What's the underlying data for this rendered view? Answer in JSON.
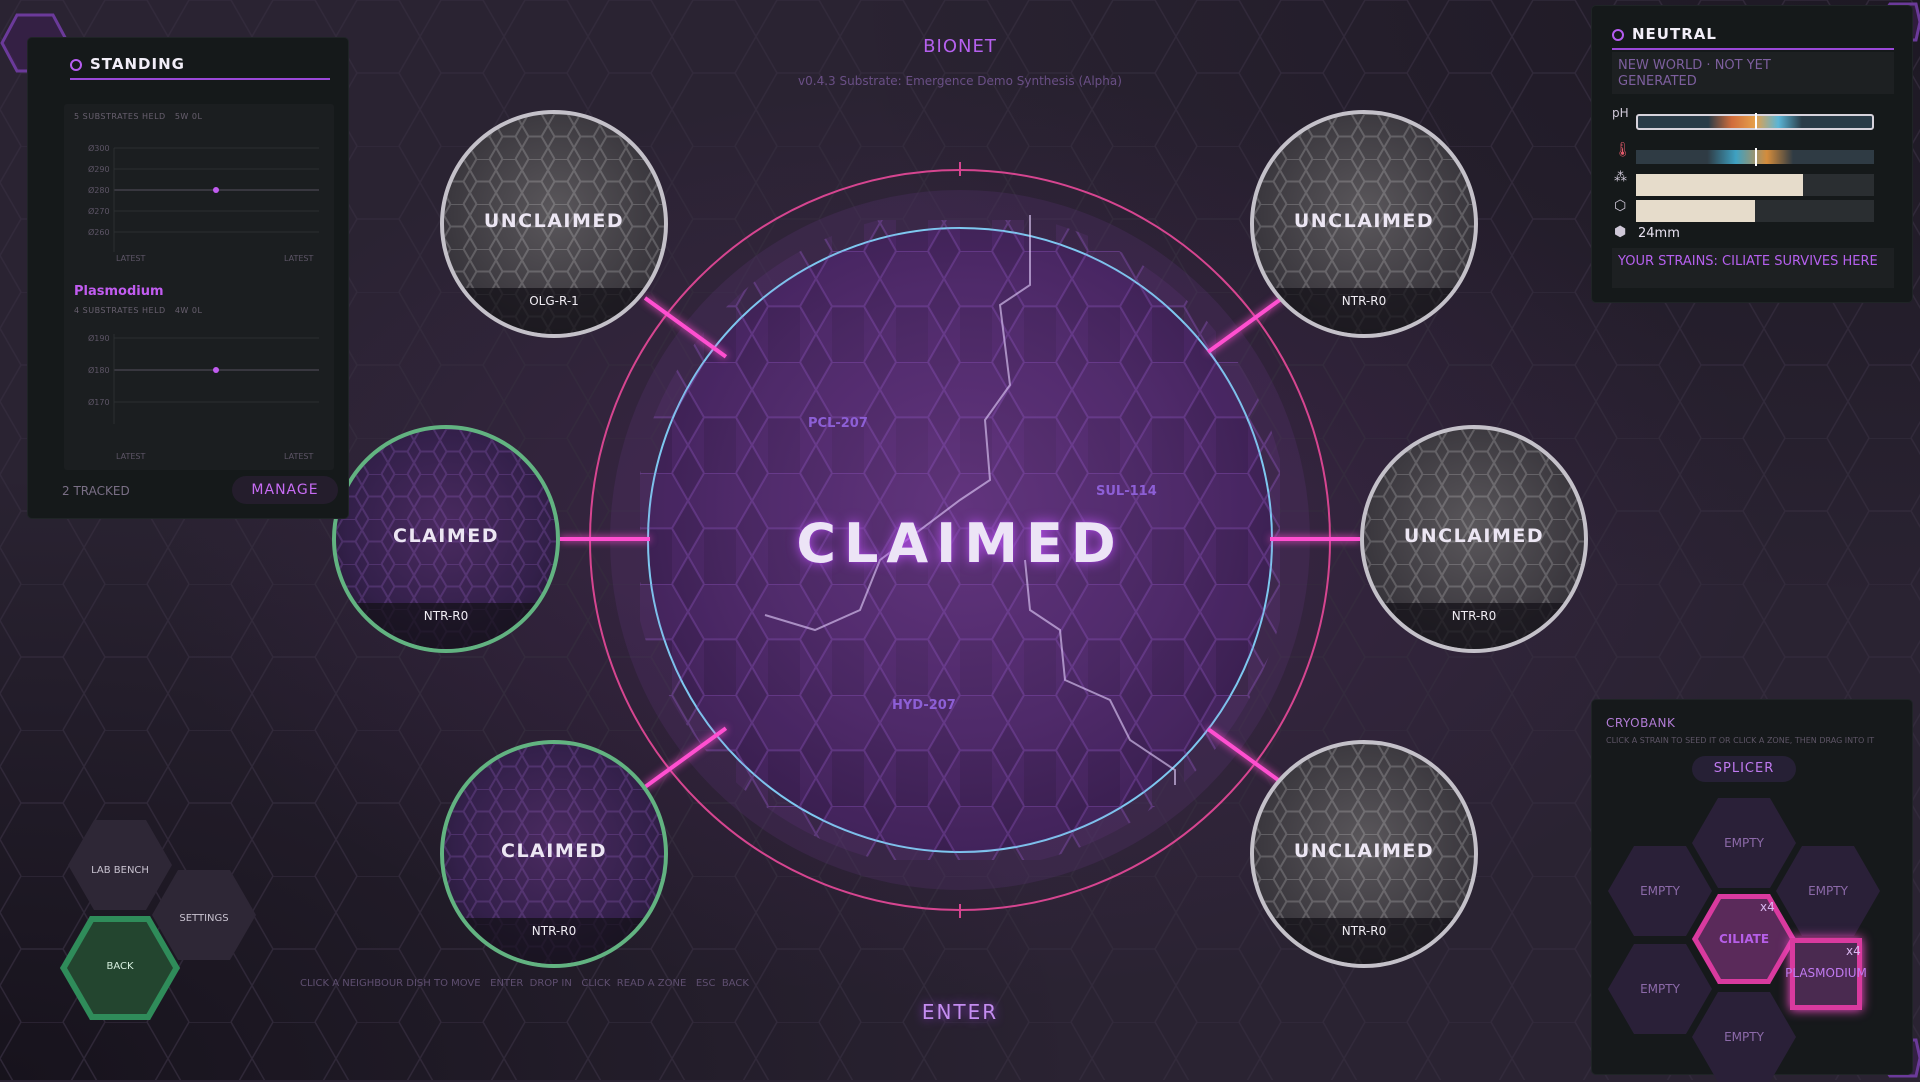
{
  "header": {
    "title": "BIONET",
    "version": "v0.4.3 Substrate: Emergence Demo Synthesis (Alpha)"
  },
  "center": {
    "status": "CLAIMED",
    "zones": [
      "PCL-207",
      "SUL-114",
      "HYD-207"
    ],
    "enter_label": "ENTER"
  },
  "dishes": [
    {
      "status": "UNCLAIMED",
      "code": "OLG-R-1",
      "claimed": false
    },
    {
      "status": "UNCLAIMED",
      "code": "NTR-R0",
      "claimed": false
    },
    {
      "status": "CLAIMED",
      "code": "NTR-R0",
      "claimed": true
    },
    {
      "status": "UNCLAIMED",
      "code": "NTR-R0",
      "claimed": false
    },
    {
      "status": "CLAIMED",
      "code": "NTR-R0",
      "claimed": true
    },
    {
      "status": "UNCLAIMED",
      "code": "NTR-R0",
      "claimed": false
    }
  ],
  "standing": {
    "title": "STANDING",
    "cards": [
      {
        "title": "",
        "meta": "5 SUBSTRATES HELD   5W 0L",
        "ticks": [
          "Ø300",
          "Ø290",
          "Ø280",
          "Ø270",
          "Ø260"
        ],
        "x_labels": [
          "LATEST",
          "LATEST"
        ]
      },
      {
        "title": "Plasmodium",
        "meta": "4 SUBSTRATES HELD   4W 0L",
        "ticks": [
          "Ø190",
          "Ø180",
          "Ø170"
        ],
        "x_labels": [
          "LATEST",
          "LATEST"
        ]
      }
    ],
    "tracked": "2 TRACKED",
    "manage_label": "MANAGE"
  },
  "neutral": {
    "title": "NEUTRAL",
    "subtitle": "NEW WORLD  ·  NOT YET GENERATED",
    "ph_label": "pH",
    "ph_level": 0.5,
    "temp_level": 0.5,
    "bar3_level": 0.7,
    "bar4_level": 0.5,
    "size_label": "24mm",
    "note": "YOUR STRAINS: CILIATE SURVIVES HERE"
  },
  "cryobank": {
    "title": "CRYOBANK",
    "hint": "CLICK A STRAIN TO SEED IT  OR CLICK A ZONE, THEN DRAG INTO IT",
    "splicer_label": "SPLICER",
    "slots": [
      "EMPTY",
      "EMPTY",
      "EMPTY",
      "CILIATE",
      "EMPTY",
      "PLASMODIUM",
      "EMPTY"
    ],
    "counts": {
      "ciliate": "x4",
      "plasmodium": "x4"
    }
  },
  "nav": {
    "lab_bench": "LAB BENCH",
    "settings": "SETTINGS",
    "back": "BACK"
  },
  "hints": "CLICK A NEIGHBOUR DISH TO MOVE   ENTER  DROP IN   CLICK  READ A ZONE   ESC  BACK",
  "colors": {
    "accent": "#b04ee8",
    "connector": "#ff4fd0",
    "claimed_ring": "#62b381",
    "unclaimed_ring": "#c4c1c9",
    "inner_ring": "#7ec8f0"
  }
}
